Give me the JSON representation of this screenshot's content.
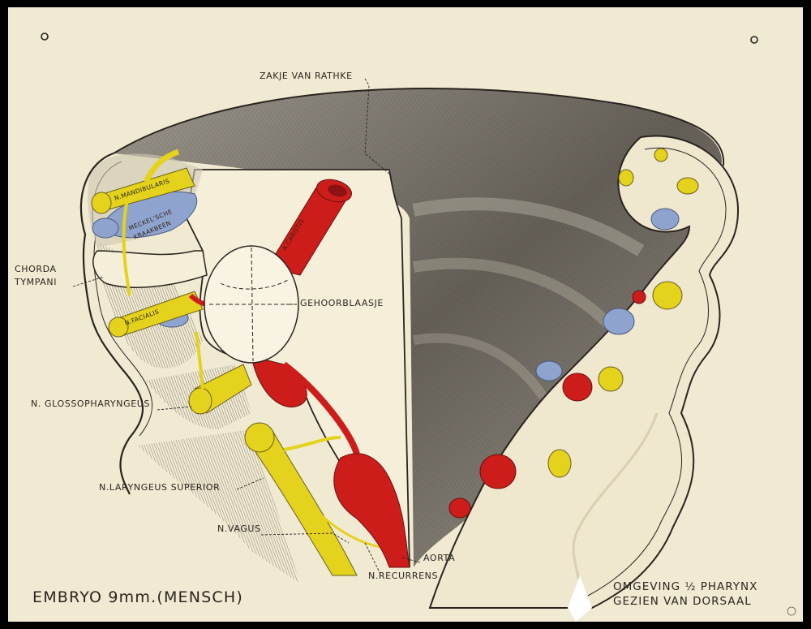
{
  "title": {
    "main": "EMBRYO 9mm.(MENSCH)",
    "subtitle_line1": "OMGEVING ½ PHARYNX",
    "subtitle_line2": "GEZIEN VAN DORSAAL"
  },
  "labels": {
    "zakje": "ZAKJE VAN RATHKE",
    "chorda": "CHORDA",
    "tympani": "TYMPANI",
    "gehoor": "GEHOORBLAASJE",
    "glosso": "N. GLOSSOPHARYNGEUS",
    "laryngeus": "N.LARYNGEUS SUPERIOR",
    "vagus": "N.VAGUS",
    "aorta": "AORTA",
    "recurrens": "N.RECURRENS"
  },
  "structure_labels": {
    "mandibularis": "N.MANDIBULARIS",
    "meckel1": "MECKEL'SCHE",
    "meckel2": "KRAAKBEEN",
    "facialis": "N.FACIALIS",
    "carotis": "A.CAROTIS"
  },
  "colors": {
    "paper": "#f1ead2",
    "nerve_yellow": "#e4d21c",
    "artery_red": "#cc1d1b",
    "cartilage_blue": "#8fa3cf",
    "ink": "#2a2420"
  }
}
